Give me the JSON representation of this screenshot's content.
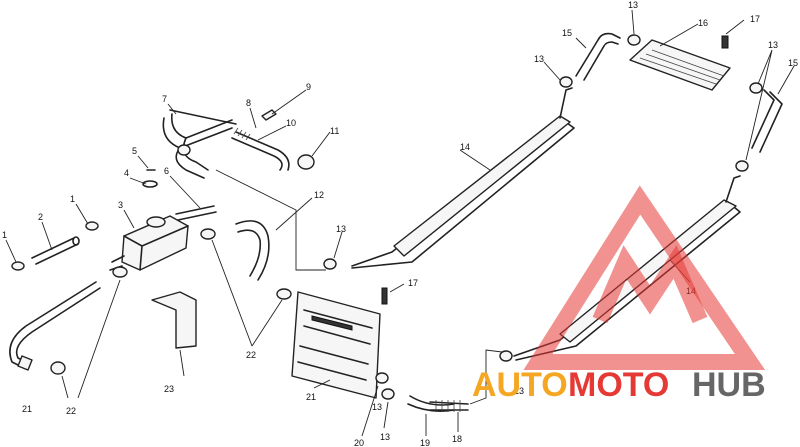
{
  "callouts": [
    {
      "id": "c1a",
      "text": "1"
    },
    {
      "id": "c1b",
      "text": "1"
    },
    {
      "id": "c2",
      "text": "2"
    },
    {
      "id": "c3",
      "text": "3"
    },
    {
      "id": "c4",
      "text": "4"
    },
    {
      "id": "c5",
      "text": "5"
    },
    {
      "id": "c6",
      "text": "6"
    },
    {
      "id": "c7",
      "text": "7"
    },
    {
      "id": "c8",
      "text": "8"
    },
    {
      "id": "c9",
      "text": "9"
    },
    {
      "id": "c10",
      "text": "10"
    },
    {
      "id": "c11",
      "text": "11"
    },
    {
      "id": "c12",
      "text": "12"
    },
    {
      "id": "c13a",
      "text": "13"
    },
    {
      "id": "c13b",
      "text": "13"
    },
    {
      "id": "c13c",
      "text": "13"
    },
    {
      "id": "c13d",
      "text": "13"
    },
    {
      "id": "c13e",
      "text": "13"
    },
    {
      "id": "c13f",
      "text": "13"
    },
    {
      "id": "c13g",
      "text": "13"
    },
    {
      "id": "c14a",
      "text": "14"
    },
    {
      "id": "c14b",
      "text": "14"
    },
    {
      "id": "c15a",
      "text": "15"
    },
    {
      "id": "c15b",
      "text": "15"
    },
    {
      "id": "c16",
      "text": "16"
    },
    {
      "id": "c17a",
      "text": "17"
    },
    {
      "id": "c17b",
      "text": "17"
    },
    {
      "id": "c18",
      "text": "18"
    },
    {
      "id": "c19",
      "text": "19"
    },
    {
      "id": "c20",
      "text": "20"
    },
    {
      "id": "c21a",
      "text": "21"
    },
    {
      "id": "c21b",
      "text": "21"
    },
    {
      "id": "c22a",
      "text": "22"
    },
    {
      "id": "c22b",
      "text": "22"
    },
    {
      "id": "c23",
      "text": "23"
    }
  ],
  "watermark": {
    "auto": "AUTO",
    "moto": "MOTO",
    "hub": "HUB",
    "colors": {
      "red": "#e53935",
      "orange": "#f5a623",
      "gray": "#666666"
    }
  }
}
